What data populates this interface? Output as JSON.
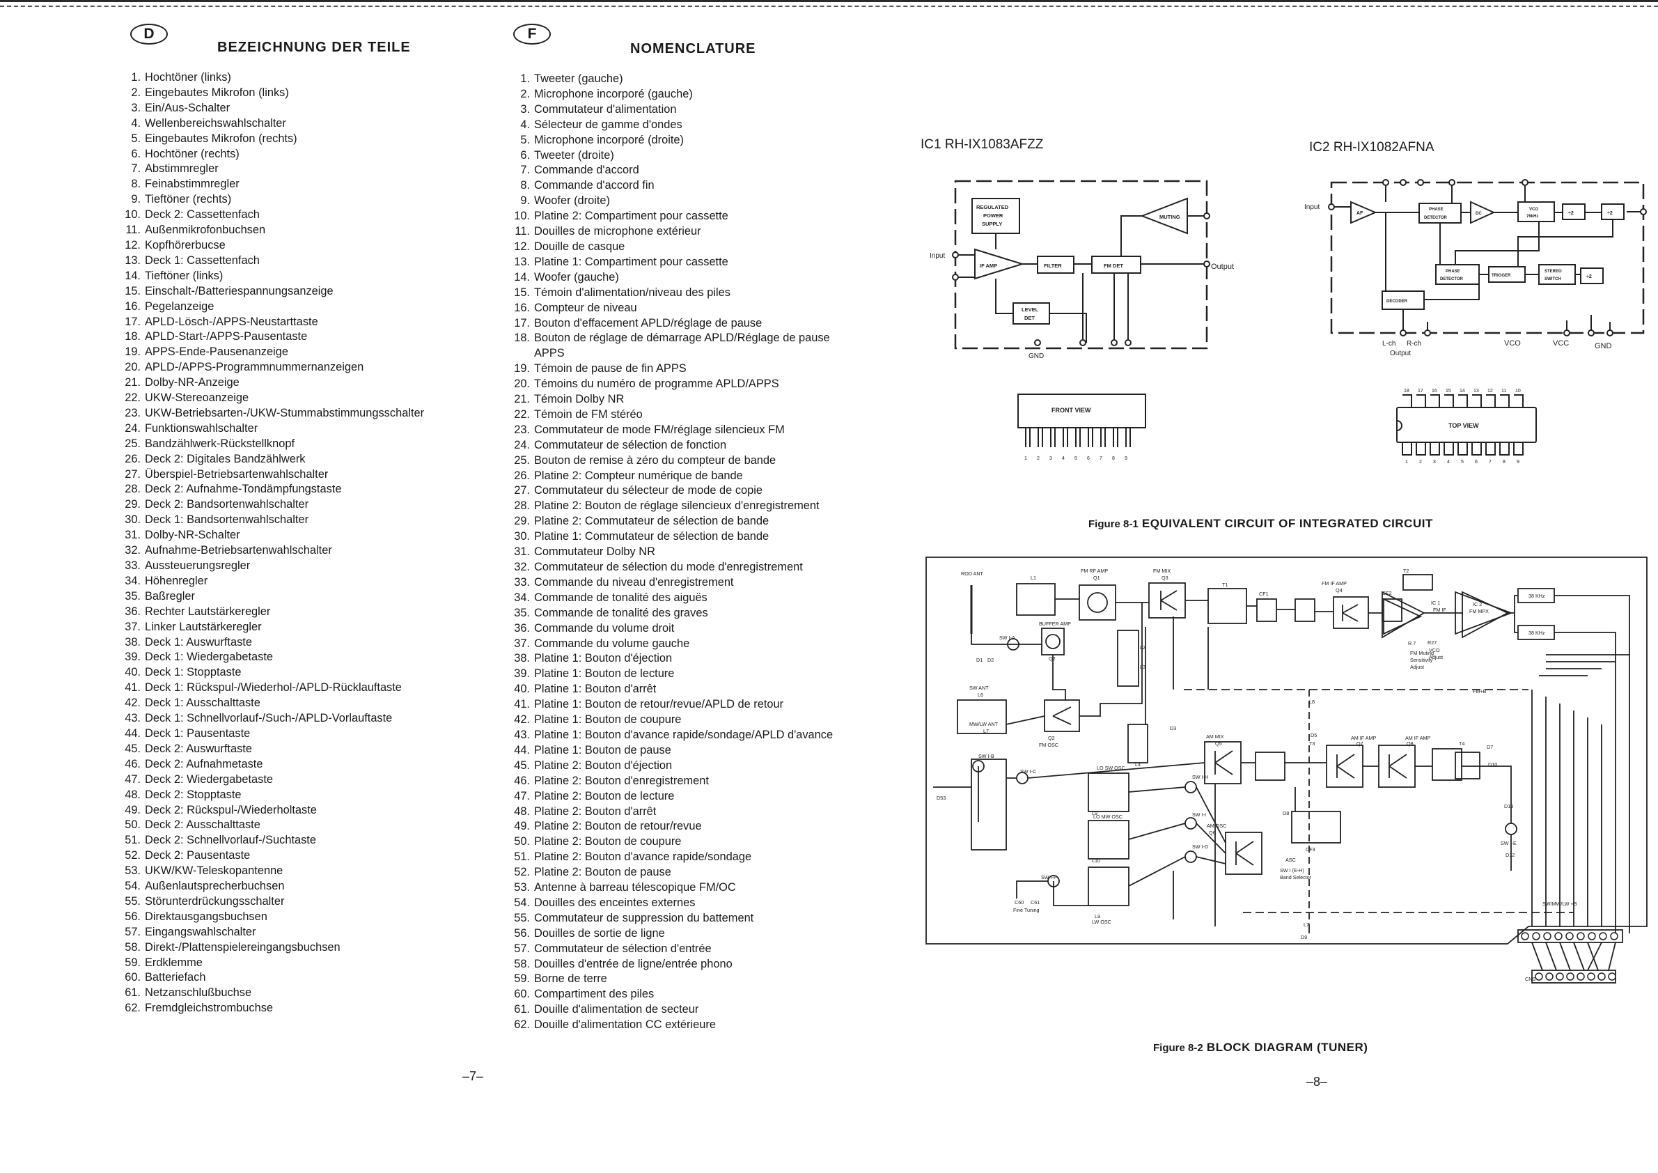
{
  "left_page": {
    "badge": "D",
    "title": "BEZEICHNUNG DER TEILE",
    "page_number": "–7–",
    "items": [
      "Hochtöner (links)",
      "Eingebautes Mikrofon (links)",
      "Ein/Aus-Schalter",
      "Wellenbereichswahlschalter",
      "Eingebautes Mikrofon (rechts)",
      "Hochtöner (rechts)",
      "Abstimmregler",
      "Feinabstimmregler",
      "Tieftöner (rechts)",
      "Deck 2: Cassettenfach",
      "Außenmikrofonbuchsen",
      "Kopfhörerbucse",
      "Deck 1: Cassettenfach",
      "Tieftöner (links)",
      "Einschalt-/Batteriespannungsanzeige",
      "Pegelanzeige",
      "APLD-Lösch-/APPS-Neustarttaste",
      "APLD-Start-/APPS-Pausentaste",
      "APPS-Ende-Pausenanzeige",
      "APLD-/APPS-Programmnummernanzeigen",
      "Dolby-NR-Anzeige",
      "UKW-Stereoanzeige",
      "UKW-Betriebsarten-/UKW-Stummabstimmungsschalter",
      "Funktionswahlschalter",
      "Bandzählwerk-Rückstellknopf",
      "Deck 2: Digitales Bandzählwerk",
      "Überspiel-Betriebsartenwahlschalter",
      "Deck 2: Aufnahme-Tondämpfungstaste",
      "Deck 2: Bandsortenwahlschalter",
      "Deck 1: Bandsortenwahlschalter",
      "Dolby-NR-Schalter",
      "Aufnahme-Betriebsartenwahlschalter",
      "Aussteuerungsregler",
      "Höhenregler",
      "Baßregler",
      "Rechter Lautstärkeregler",
      "Linker Lautstärkeregler",
      "Deck 1: Auswurftaste",
      "Deck 1: Wiedergabetaste",
      "Deck 1: Stopptaste",
      "Deck 1: Rückspul-/Wiederhol-/APLD-Rücklauftaste",
      "Deck 1: Ausschalttaste",
      "Deck 1: Schnellvorlauf-/Such-/APLD-Vorlauftaste",
      "Deck 1: Pausentaste",
      "Deck 2: Auswurftaste",
      "Deck 2: Aufnahmetaste",
      "Deck 2: Wiedergabetaste",
      "Deck 2: Stopptaste",
      "Deck 2: Rückspul-/Wiederholtaste",
      "Deck 2: Ausschalttaste",
      "Deck 2: Schnellvorlauf-/Suchtaste",
      "Deck 2: Pausentaste",
      "UKW/KW-Teleskopantenne",
      "Außenlautsprecherbuchsen",
      "Störunterdrückungsschalter",
      "Direktausgangsbuchsen",
      "Eingangswahlschalter",
      "Direkt-/Plattenspielereingangsbuchsen",
      "Erdklemme",
      "Batteriefach",
      "Netzanschlußbuchse",
      "Fremdgleichstrombuchse"
    ]
  },
  "middle_page": {
    "badge": "F",
    "title": "NOMENCLATURE",
    "items": [
      "Tweeter (gauche)",
      "Microphone incorporé (gauche)",
      "Commutateur d'alimentation",
      "Sélecteur de gamme d'ondes",
      "Microphone incorporé (droite)",
      "Tweeter (droite)",
      "Commande d'accord",
      "Commande d'accord fin",
      "Woofer (droite)",
      "Platine 2: Compartiment pour cassette",
      "Douilles de microphone extérieur",
      "Douille de casque",
      "Platine 1: Compartiment pour cassette",
      "Woofer (gauche)",
      "Témoin d'alimentation/niveau des piles",
      "Compteur de niveau",
      "Bouton d'effacement APLD/réglage de pause",
      "Bouton de réglage de démarrage APLD/Réglage de pause",
      "Témoin de pause de fin APPS",
      "Témoins du numéro de programme APLD/APPS",
      "Témoin Dolby NR",
      "Témoin de FM stéréo",
      "Commutateur de mode FM/réglage silencieux FM",
      "Commutateur de sélection de fonction",
      "Bouton de remise à zéro du compteur de bande",
      "Platine 2: Compteur numérique de bande",
      "Commutateur du sélecteur de mode de copie",
      "Platine 2: Bouton de réglage silencieux d'enregistrement",
      "Platine 2: Commutateur de sélection de bande",
      "Platine 1: Commutateur de sélection de bande",
      "Commutateur Dolby NR",
      "Commutateur de sélection du mode d'enregistrement",
      "Commande du niveau d'enregistrement",
      "Commande de tonalité des aiguës",
      "Commande de tonalité des graves",
      "Commande du volume droit",
      "Commande du volume gauche",
      "Platine 1: Bouton d'éjection",
      "Platine 1: Bouton de lecture",
      "Platine 1: Bouton d'arrêt",
      "Platine 1: Bouton de retour/revue/APLD de retour",
      "Platine 1: Bouton de coupure",
      "Platine 1: Bouton d'avance rapide/sondage/APLD d'avance",
      "Platine 1: Bouton de pause",
      "Platine 2: Bouton d'éjection",
      "Platine 2: Bouton d'enregistrement",
      "Platine 2: Bouton de lecture",
      "Platine 2: Bouton d'arrêt",
      "Platine 2: Bouton de retour/revue",
      "Platine 2: Bouton de coupure",
      "Platine 2: Bouton d'avance rapide/sondage",
      "Platine 2: Bouton de pause",
      "Antenne à barreau télescopique FM/OC",
      "Douilles des enceintes externes",
      "Commutateur de suppression du battement",
      "Douilles de sortie de ligne",
      "Commutateur de sélection d'entrée",
      "Douilles d'entrée de ligne/entrée phono",
      "Borne de terre",
      "Compartiment des piles",
      "Douille d'alimentation de secteur",
      "Douille d'alimentation CC extérieure"
    ],
    "item18_continuation": "APPS"
  },
  "right_page": {
    "page_number": "–8–",
    "ic1": {
      "label": "IC1  RH-IX1083AFZZ",
      "blocks": [
        "REGULATED",
        "POWER",
        "SUPPLY",
        "MUTING",
        "IF AMP",
        "FILTER",
        "FM DET",
        "LEVEL",
        "DET"
      ],
      "pins": [
        "Input",
        "Output",
        "GND"
      ],
      "package_view": "FRONT VIEW",
      "pin_numbers": [
        "1",
        "2",
        "3",
        "4",
        "5",
        "6",
        "7",
        "8",
        "9"
      ]
    },
    "ic2": {
      "label": "IC2  RH-IX1082AFNA",
      "blocks": [
        "AF",
        "PHASE",
        "DETECTOR",
        "DC",
        "VCO",
        "76kHz",
        "÷2",
        "÷2",
        "PHASE",
        "DETECTOR",
        "TRIGGER",
        "STEREO",
        "SWITCH",
        "÷2",
        "DECODER"
      ],
      "pins": [
        "Input",
        "L-ch",
        "R-ch",
        "Output",
        "VCO",
        "VCC",
        "GND"
      ],
      "package_view": "TOP VIEW",
      "pin_numbers_top": [
        "18",
        "17",
        "16",
        "15",
        "14",
        "13",
        "12",
        "11",
        "10"
      ],
      "pin_numbers_bottom": [
        "1",
        "2",
        "3",
        "4",
        "5",
        "6",
        "7",
        "8",
        "9"
      ]
    },
    "figure1": {
      "number": "Figure 8-1",
      "title": "EQUIVALENT CIRCUIT OF INTEGRATED CIRCUIT"
    },
    "block_diagram": {
      "labels": [
        "ROD ANT",
        "L1",
        "FM RF AMP",
        "Q1",
        "FM MIX",
        "Q3",
        "T1",
        "CF1",
        "FM IF AMP",
        "Q4",
        "CF2",
        "T2",
        "IC 1",
        "FM IF",
        "IC 2",
        "FM MPX",
        "38 KHz",
        "38 KHz",
        "BUFFER AMP",
        "Q2",
        "SW I-A",
        "D1",
        "D2",
        "L2",
        "L3",
        "R 7",
        "FM Muting",
        "Sensitivity",
        "Adjust",
        "R27",
        "VCO",
        "Adjust",
        "FM+B",
        "SW ANT",
        "L6",
        "Q2",
        "FM OSC",
        "L4",
        "D3",
        "L8",
        "D5",
        "AM MIX",
        "Q5",
        "T3",
        "AM IF AMP",
        "Q7",
        "AM IF AMP",
        "Q8",
        "T4",
        "D7",
        "D10",
        "SW I-B",
        "MW/LW ANT",
        "L7",
        "SW I-C",
        "D53",
        "LO SW OSC",
        "L9",
        "SW I-H",
        "LO MW OSC",
        "L10",
        "AM OSC",
        "Q6",
        "SW I-I",
        "D8",
        "CF3",
        "ASC",
        "SW I-D",
        "SW I (E-H)",
        "Band Selector",
        "D13",
        "SW I-E",
        "D12",
        "SW I-F",
        "C60",
        "C61",
        "Fine Tuning",
        "LW OSC",
        "L9",
        "SW/MW/LW +B",
        "L7",
        "D9",
        "CNS"
      ]
    },
    "figure2": {
      "number": "Figure 8-2",
      "title": "BLOCK  DIAGRAM  (TUNER)"
    }
  }
}
